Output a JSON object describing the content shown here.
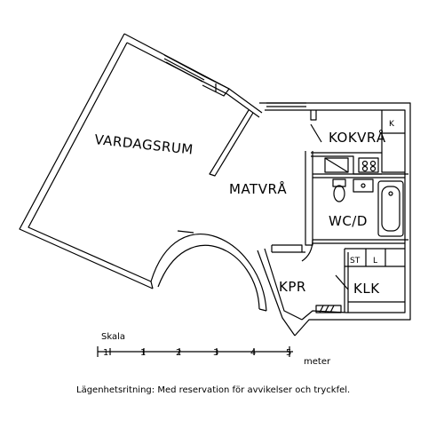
{
  "colors": {
    "line": "#000000",
    "background": "#ffffff"
  },
  "rooms": {
    "vardagsrum": "VARDAGSRUM",
    "matvra": "MATVRÅ",
    "kokvra": "KOKVRÅ",
    "wcd": "WC/D",
    "kpr": "KPR",
    "klk": "KLK",
    "k": "K",
    "st": "ST",
    "l": "L"
  },
  "scale": {
    "label": "Skala",
    "ticks": [
      "1",
      "1",
      "2",
      "3",
      "4",
      "5"
    ],
    "unit": "meter"
  },
  "caption": "Lägenhetsritning: Med reservation för avvikelser och tryckfel."
}
